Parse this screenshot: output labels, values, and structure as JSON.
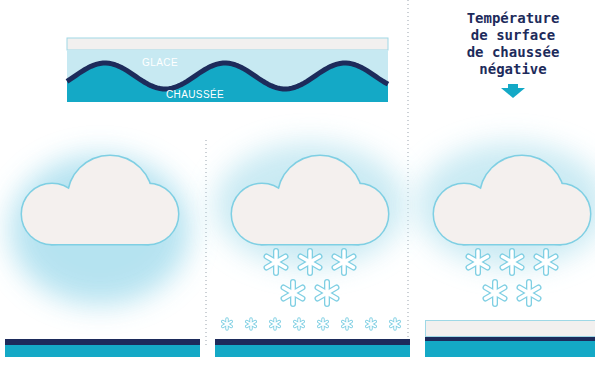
{
  "diagram": {
    "nodes": [
      {
        "text": [
          "GLACE"
        ]
      },
      {
        "text": [
          "CHAUSSÉE"
        ]
      }
    ],
    "labels": [
      "Température de surface de chaussée négative"
    ]
  }
}
